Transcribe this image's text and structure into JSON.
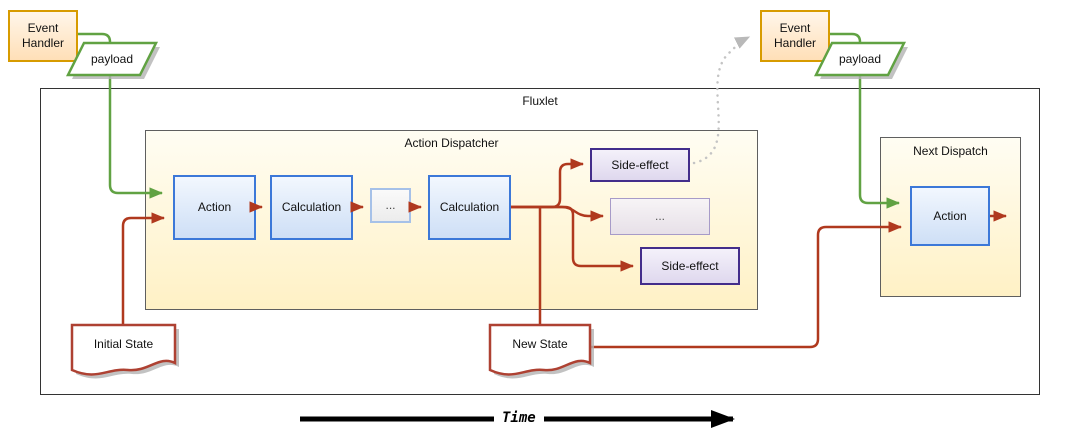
{
  "title": "Fluxlet data flow diagram",
  "colors": {
    "flow_green": "#61A243",
    "flow_red": "#B0391E",
    "event_handler_border": "#D79B00",
    "event_handler_fill": "#FFE6CC",
    "payload_border": "#61A243",
    "process_border": "#3C78D8",
    "process_fill": "#DAE8FC",
    "side_effect_border": "#432D8B",
    "side_effect_fill": "#E1D5E7",
    "dispatcher_fill": "#FFF2CC",
    "state_border": "#AE4132",
    "shadow_gray": "#B3B3B3",
    "feedback_dotted_gray": "#C4C4C4",
    "time_arrow_black": "#000000"
  },
  "external": {
    "event_handler_left": "Event Handler",
    "payload_left": "payload",
    "event_handler_right": "Event Handler",
    "payload_right": "payload"
  },
  "fluxlet": {
    "title": "Fluxlet",
    "action_dispatcher": {
      "title": "Action Dispatcher",
      "action": "Action",
      "calculation_1": "Calculation",
      "calculation_ellipsis": "...",
      "calculation_2": "Calculation",
      "side_effect_1": "Side-effect",
      "side_effect_ellipsis": "...",
      "side_effect_2": "Side-effect"
    },
    "next_dispatch": {
      "title": "Next Dispatch",
      "action": "Action"
    },
    "initial_state": "Initial State",
    "new_state": "New State"
  },
  "timeline": {
    "label": "Time"
  }
}
